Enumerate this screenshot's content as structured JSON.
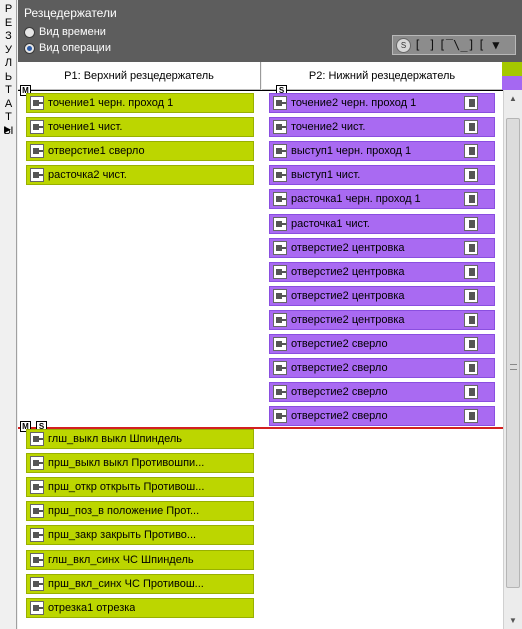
{
  "side_tab": {
    "letters": [
      "Р",
      "Е",
      "З",
      "У",
      "Л",
      "Ь",
      "Т",
      "А",
      "Т",
      "Ы"
    ],
    "arrow": "▶"
  },
  "panel": {
    "title": "Резцедержатели",
    "radio_time": "Вид времени",
    "radio_operation": "Вид операции",
    "selected": "Вид операции"
  },
  "toolbar": {
    "circle_label": "S",
    "glyph1": "[ ]",
    "glyph2": "[‾\\_]",
    "glyph3": "[ ▼"
  },
  "columns": {
    "p1": "P1: Верхний резцедержатель",
    "p2": "P2: Нижний резцедержатель"
  },
  "markers": {
    "m": "M",
    "s": "S"
  },
  "colors": {
    "green": "#bcd600",
    "purple": "#a96af2",
    "sync_line": "#d32020"
  },
  "p1_ops": [
    "точение1  черн. проход 1",
    "точение1  чист.",
    "отверстие1  сверло",
    "расточка2  чист."
  ],
  "p2_ops": [
    "точение2  черн. проход 1",
    "точение2  чист.",
    "выступ1  черн. проход 1",
    "выступ1  чист.",
    "расточка1  черн. проход 1",
    "расточка1  чист.",
    "отверстие2  центровка",
    "отверстие2  центровка",
    "отверстие2  центровка",
    "отверстие2  центровка",
    "отверстие2  сверло",
    "отверстие2  сверло",
    "отверстие2  сверло",
    "отверстие2  сверло"
  ],
  "sync_ops": [
    "глш_выкл  выкл Шпиндель",
    "прш_выкл  выкл Противошпи...",
    "прш_откр  открыть Противош...",
    "прш_поз_в  положение Прот...",
    "прш_закр  закрыть Противо...",
    "глш_вкл_синх  ЧС Шпиндель",
    "прш_вкл_синх  ЧС Противош...",
    "отрезка1  отрезка"
  ]
}
